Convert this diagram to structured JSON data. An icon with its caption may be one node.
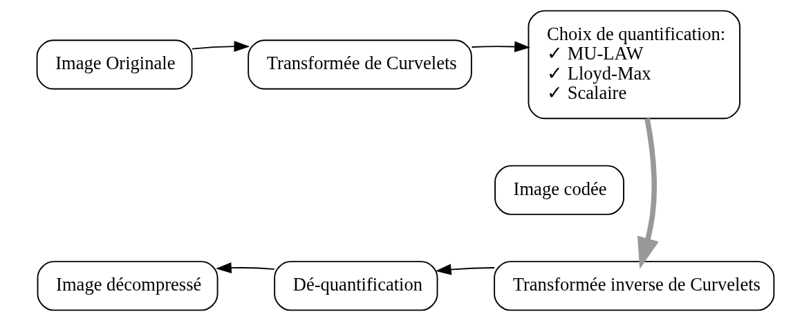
{
  "diagram": {
    "nodes": [
      {
        "text": [
          "Image Originale"
        ]
      },
      {
        "text": [
          "Transformée de Curvelets"
        ]
      },
      {
        "text": [
          "Choix de quantification:",
          "✓ MU-LAW",
          "✓ Lloyd-Max",
          "✓ Scalaire"
        ]
      },
      {
        "text": [
          "Image codée"
        ]
      },
      {
        "text": [
          "Transformée inverse de Curvelets"
        ]
      },
      {
        "text": [
          "Dé-quantification"
        ]
      },
      {
        "text": [
          "Image décompressé"
        ]
      }
    ],
    "edges": [
      {
        "from": 0,
        "to": 1,
        "arrow": "to"
      },
      {
        "from": 1,
        "to": 2,
        "arrow": "to"
      },
      {
        "from": 2,
        "to": 4,
        "arrow": "to",
        "style": "thick",
        "color": "#999999"
      },
      {
        "from": 4,
        "to": 5,
        "arrow": "to"
      },
      {
        "from": 5,
        "to": 6,
        "arrow": "to"
      }
    ]
  }
}
